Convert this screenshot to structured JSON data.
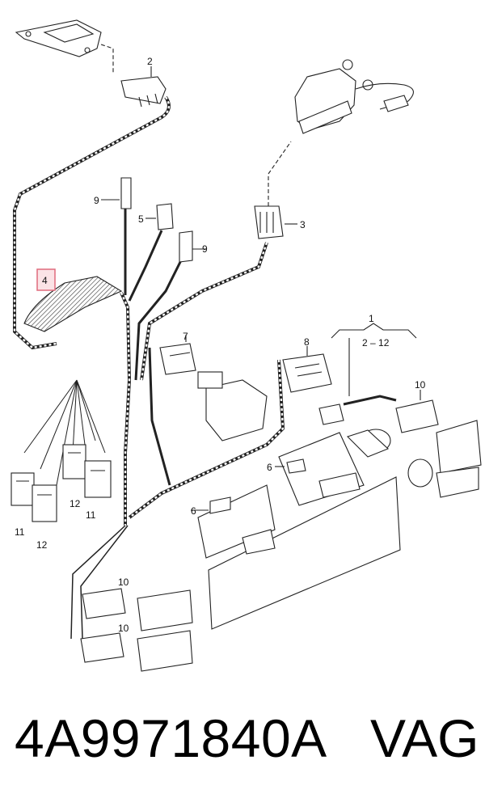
{
  "callouts": {
    "c1": "1",
    "c2_12": "2 – 12",
    "c2": "2",
    "c3": "3",
    "c4": "4",
    "c5": "5",
    "c6a": "6",
    "c6b": "6",
    "c7": "7",
    "c8": "8",
    "c9a": "9",
    "c9b": "9",
    "c10a": "10",
    "c10b": "10",
    "c10c": "10",
    "c11a": "11",
    "c11b": "11",
    "c12a": "12",
    "c12b": "12"
  },
  "highlight_color": "#e06b7d",
  "footer": {
    "part_number": "4A9971840A",
    "brand": "VAG"
  }
}
